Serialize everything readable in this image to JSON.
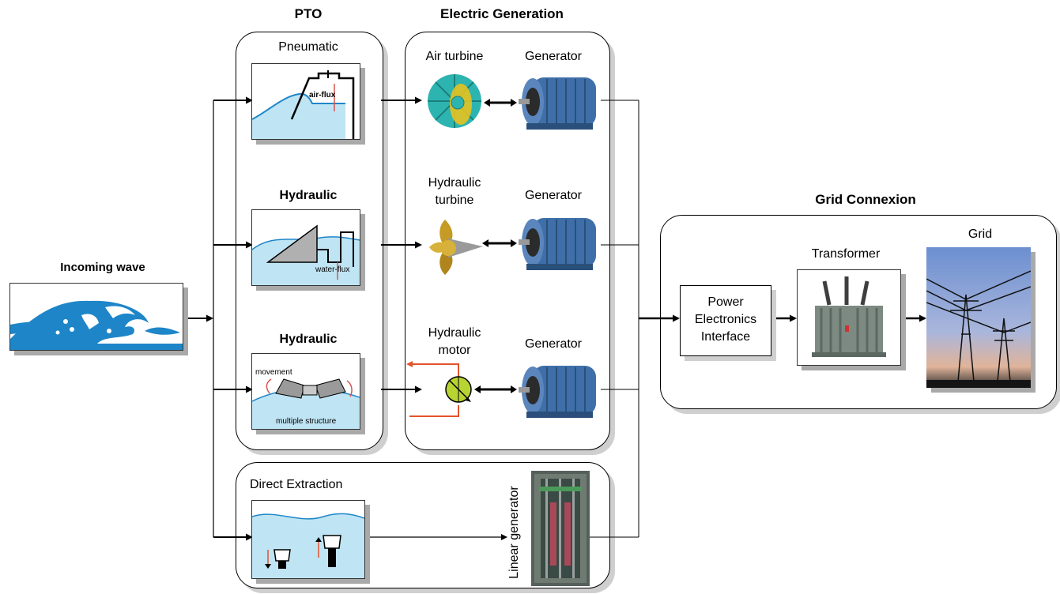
{
  "sections": {
    "pto": "PTO",
    "electric_generation": "Electric Generation",
    "grid_connexion": "Grid Connexion"
  },
  "input": {
    "label": "Incoming wave"
  },
  "pto_items": [
    {
      "label": "Pneumatic",
      "annotation": "air-flux"
    },
    {
      "label": "Hydraulic",
      "annotation": "water-flux"
    },
    {
      "label": "Hydraulic",
      "annotation_top": "movement",
      "annotation_bottom": "multiple structure"
    }
  ],
  "generation_rows": [
    {
      "device": "Air turbine",
      "generator": "Generator"
    },
    {
      "device_line1": "Hydraulic",
      "device_line2": "turbine",
      "generator": "Generator"
    },
    {
      "device_line1": "Hydraulic",
      "device_line2": "motor",
      "generator": "Generator"
    }
  ],
  "direct": {
    "label": "Direct Extraction",
    "generator": "Linear generator"
  },
  "grid": {
    "pei_line1": "Power",
    "pei_line2": "Electronics",
    "pei_line3": "Interface",
    "transformer": "Transformer",
    "grid": "Grid"
  },
  "colors": {
    "wave_blue": "#1e86c8",
    "water_light": "#bfe4f3",
    "turbine_teal": "#2eb4b0",
    "turbine_yellow": "#e6c21f",
    "generator_blue": "#3f6fa8",
    "motor_green": "#b8d432",
    "pipe_red": "#e2542a",
    "shadow": "#cfcfcf"
  },
  "icons": [
    "wave-icon",
    "air-turbine-icon",
    "hydraulic-turbine-icon",
    "hydraulic-motor-icon",
    "generator-icon",
    "transformer-icon",
    "power-pylon-icon",
    "linear-generator-icon"
  ]
}
